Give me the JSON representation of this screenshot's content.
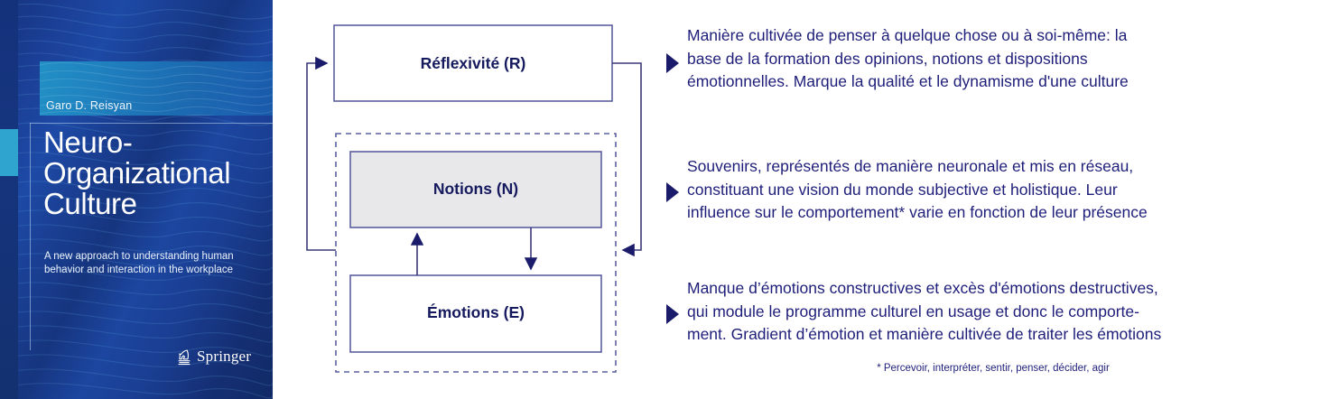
{
  "book": {
    "author": "Garo D. Reisyan",
    "title_lines": [
      "Neuro-",
      "Organizational",
      "Culture"
    ],
    "subtitle": "A new approach to understanding human behavior and interaction in the workplace",
    "publisher": "Springer",
    "publisher_logo_icon": "springer-knight-icon",
    "colors": {
      "cover_blue": "#1b3f8f",
      "band_cyan": "#2296c8",
      "spine_accent": "#2fa4cf",
      "text_white": "#ffffff"
    }
  },
  "diagram": {
    "boxes": [
      {
        "id": "reflexivite",
        "label": "Réflexivité (R)",
        "fill": "#ffffff",
        "stroke": "#5b5f9e"
      },
      {
        "id": "notions",
        "label": "Notions (N)",
        "fill": "#e8e8eb",
        "stroke": "#5b5f9e"
      },
      {
        "id": "emotions",
        "label": "Émotions (E)",
        "fill": "#ffffff",
        "stroke": "#5b5f9e"
      }
    ],
    "grouping_box": {
      "id": "ne-group",
      "style": "dashed",
      "stroke": "#5b5f9e"
    },
    "arrows": [
      {
        "id": "emotions-to-notions",
        "from": "emotions",
        "to": "notions",
        "direction": "up"
      },
      {
        "id": "notions-to-emotions",
        "from": "notions",
        "to": "emotions",
        "direction": "down"
      },
      {
        "id": "group-to-reflexivite",
        "from": "ne-group",
        "to": "reflexivite",
        "direction": "left-loop-up"
      },
      {
        "id": "reflexivite-to-group",
        "from": "reflexivite",
        "to": "ne-group",
        "direction": "right-loop-down"
      }
    ],
    "colors": {
      "label_text": "#151a5e",
      "line": "#3a3a7a"
    }
  },
  "descriptions": [
    {
      "id": "reflexivite-description",
      "target": "Réflexivité (R)",
      "text": "Manière cultivée de penser à quelque chose ou à soi-même: la\nbase de la formation des opinions, notions et dispositions\némotionnelles. Marque la qualité et le dynamisme d'une culture"
    },
    {
      "id": "notions-description",
      "target": "Notions (N)",
      "text": "Souvenirs, représentés de manière neuronale et mis en réseau,\nconstituant une vision du monde subjective et holistique. Leur\ninfluence sur le comportement* varie en fonction de leur présence"
    },
    {
      "id": "emotions-description",
      "target": "Émotions (E)",
      "text": "Manque d’émotions constructives et excès d'émotions destructives,\nqui module le programme culturel en usage et donc le comporte-\nment. Gradient d’émotion et manière cultivée de traiter les émotions"
    }
  ],
  "footnote": "* Percevoir, interpréter, sentir, penser, décider, agir",
  "colors": {
    "body_text": "#1e1e7a",
    "bullet": "#1b1b6b",
    "background": "#ffffff"
  }
}
